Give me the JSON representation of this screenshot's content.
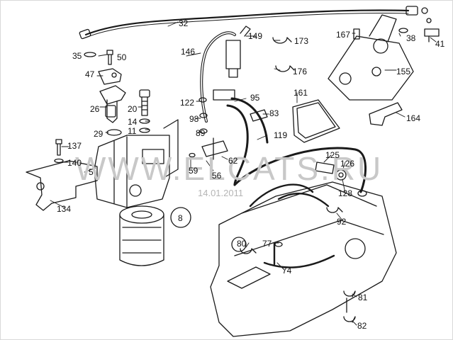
{
  "diagram": {
    "watermark": {
      "url": "WWW.ELCATS.RU",
      "date": "14.01.2011"
    },
    "part_numbers": [
      "32",
      "35",
      "50",
      "47",
      "26",
      "20",
      "14",
      "11",
      "29",
      "137",
      "140",
      "5",
      "134",
      "8",
      "146",
      "149",
      "173",
      "176",
      "122",
      "98",
      "89",
      "95",
      "83",
      "59",
      "62",
      "56",
      "167",
      "38",
      "41",
      "155",
      "161",
      "164",
      "119",
      "125",
      "126",
      "128",
      "92",
      "80",
      "77",
      "74",
      "81",
      "82"
    ]
  }
}
